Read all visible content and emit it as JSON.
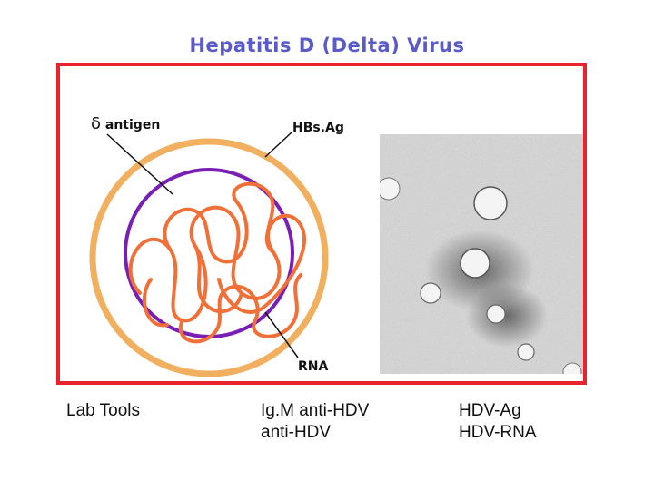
{
  "title": "Hepatitis D (Delta) Virus",
  "diagram": {
    "delta_symbol": "δ",
    "delta_label": "antigen",
    "hbsag_label": "HBs.Ag",
    "rna_label": "RNA",
    "colors": {
      "frame": "#e8232d",
      "envelope": "#f0b060",
      "capsid": "#7a1fb5",
      "rna": "#f07038",
      "title": "#5a5ac8"
    }
  },
  "micrograph": {
    "description_icon": "electron-micrograph-image"
  },
  "lab_tools": {
    "label": "Lab Tools",
    "column1": [
      "Ig.M anti-HDV",
      "anti-HDV"
    ],
    "column2": [
      "HDV-Ag",
      "HDV-RNA"
    ]
  }
}
